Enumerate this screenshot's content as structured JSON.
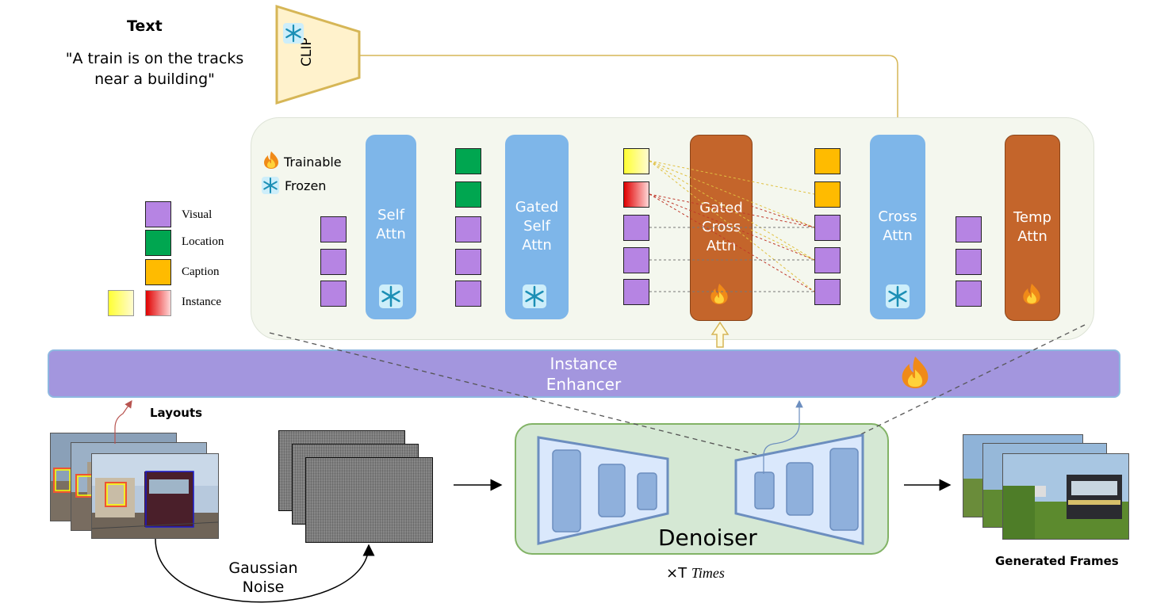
{
  "text_label": "Text",
  "prompt_line1": "\"A train is on the tracks",
  "prompt_line2": "near a building\"",
  "clip_label": "CLIP",
  "legend_status": {
    "trainable": "Trainable",
    "frozen": "Frozen"
  },
  "legend_tokens": {
    "visual": "Visual",
    "location": "Location",
    "caption": "Caption",
    "instance": "Instance"
  },
  "blocks": {
    "self_attn": [
      "Self",
      "Attn"
    ],
    "gated_self_attn": [
      "Gated",
      "Self",
      "Attn"
    ],
    "gated_cross_attn": [
      "Gated",
      "Cross",
      "Attn"
    ],
    "cross_attn": [
      "Cross",
      "Attn"
    ],
    "temp_attn": [
      "Temp",
      "Attn"
    ]
  },
  "enhancer": [
    "Instance",
    "Enhancer"
  ],
  "layouts_label": "Layouts",
  "gaussian_noise": [
    "Gaussian",
    "Noise"
  ],
  "denoiser_label": "Denoiser",
  "times_prefix": "×T ",
  "times_italic": "Times",
  "generated_label": "Generated Frames",
  "colors": {
    "frozen_block": "#7eb6e9",
    "trainable_block": "#c4652b",
    "visual_token": "#b684e3",
    "location_token": "#00a650",
    "caption_token": "#ffbb00",
    "enhancer": "#a396de",
    "denoiser": "#d5e8d4"
  },
  "icons": [
    "snowflake-icon",
    "fire-icon"
  ]
}
